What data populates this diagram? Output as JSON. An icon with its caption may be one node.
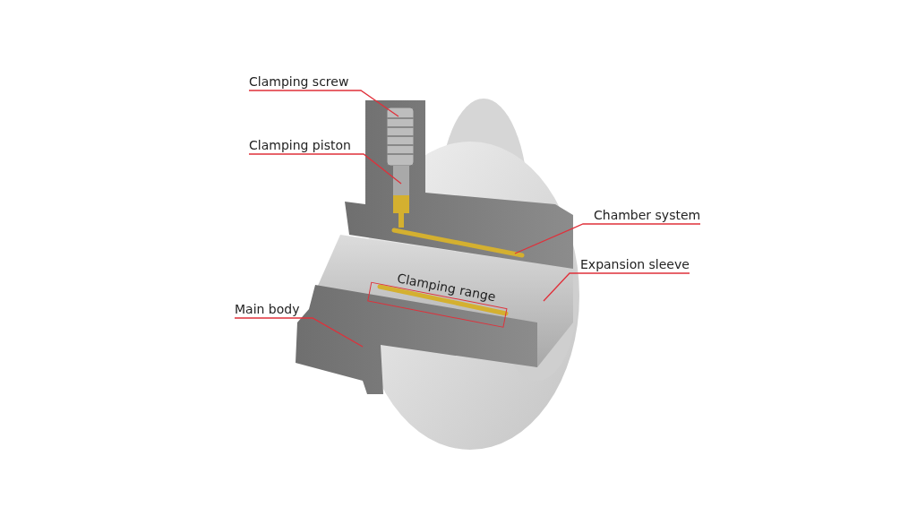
{
  "diagram": {
    "nodes": [
      {
        "text": [
          "Clamping screw"
        ]
      },
      {
        "text": [
          "Clamping piston"
        ]
      },
      {
        "text": [
          "Chamber system"
        ]
      },
      {
        "text": [
          "Expansion sleeve"
        ]
      },
      {
        "text": [
          "Clamping range"
        ]
      },
      {
        "text": [
          "Main body"
        ]
      }
    ],
    "edges": [
      {
        "from": 0,
        "to": null,
        "arrow": "none"
      },
      {
        "from": 1,
        "to": null,
        "arrow": "none"
      },
      {
        "from": 2,
        "to": null,
        "arrow": "none"
      },
      {
        "from": 3,
        "to": null,
        "arrow": "none"
      },
      {
        "from": 5,
        "to": null,
        "arrow": "none"
      }
    ]
  }
}
